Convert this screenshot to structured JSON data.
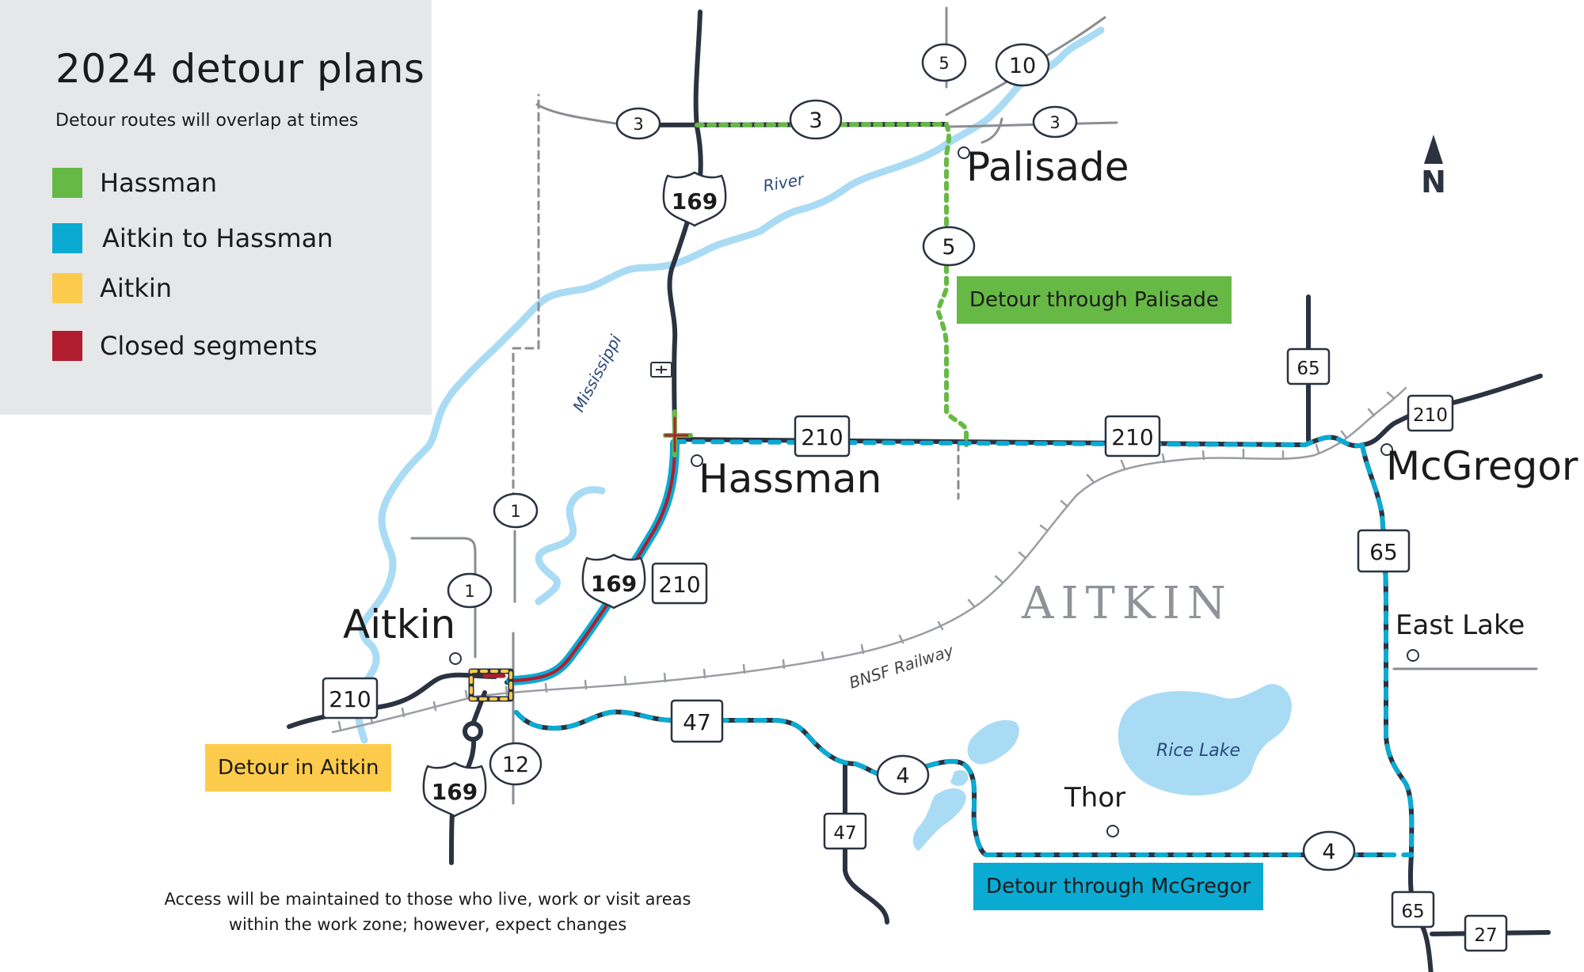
{
  "legend": {
    "title": "2024 detour plans",
    "subtitle": "Detour routes will overlap at times",
    "items": [
      {
        "label": "Hassman",
        "color": "#67b946"
      },
      {
        "label": "Aitkin to Hassman",
        "color": "#0aaad2"
      },
      {
        "label": "Aitkin",
        "color": "#fdcb4c"
      },
      {
        "label": "Closed segments",
        "color": "#b01d2f"
      }
    ]
  },
  "towns": {
    "palisade": "Palisade",
    "hassman": "Hassman",
    "mcgregor": "McGregor",
    "aitkin": "Aitkin",
    "east_lake": "East Lake",
    "thor": "Thor"
  },
  "county_label": "AITKIN",
  "water": {
    "river_top": "River",
    "river_side": "Mississippi",
    "lake": "Rice Lake"
  },
  "railway_label": "BNSF Railway",
  "callouts": {
    "palisade": "Detour through Palisade",
    "mcgregor": "Detour through McGregor",
    "aitkin": "Detour in Aitkin"
  },
  "route_shields": {
    "us169_north": "169",
    "us169_mid": "169",
    "us169_south": "169",
    "tx210_hassman": "210",
    "tx210_east": "210",
    "tx210_mid": "210",
    "tx210_aitkin": "210",
    "tx210_mcgregor": "210",
    "tx65_north": "65",
    "tx65_mcgregor": "65",
    "tx65_south": "65",
    "tx47_east": "47",
    "tx47_south": "47",
    "tx27": "27",
    "co3_west": "3",
    "co3_mid": "3",
    "co3_east": "3",
    "co5_north": "5",
    "co5_mid": "5",
    "co10": "10",
    "co1_north": "1",
    "co1_south": "1",
    "co12": "12",
    "co4_west": "4",
    "co4_east": "4"
  },
  "access_note": {
    "line1": "Access will be maintained to those who live, work or visit areas",
    "line2": "within the work zone; however, expect changes"
  },
  "north_label": "N",
  "colors": {
    "road": "#2b3240",
    "minor_road": "#8a8d92",
    "water": "#a9dbf4",
    "hassman_detour": "#67b946",
    "aitkin_hassman_detour": "#0aaad2",
    "aitkin_detour": "#fdcb4c",
    "closed": "#b01d2f",
    "legend_bg": "#e6e7e8"
  }
}
